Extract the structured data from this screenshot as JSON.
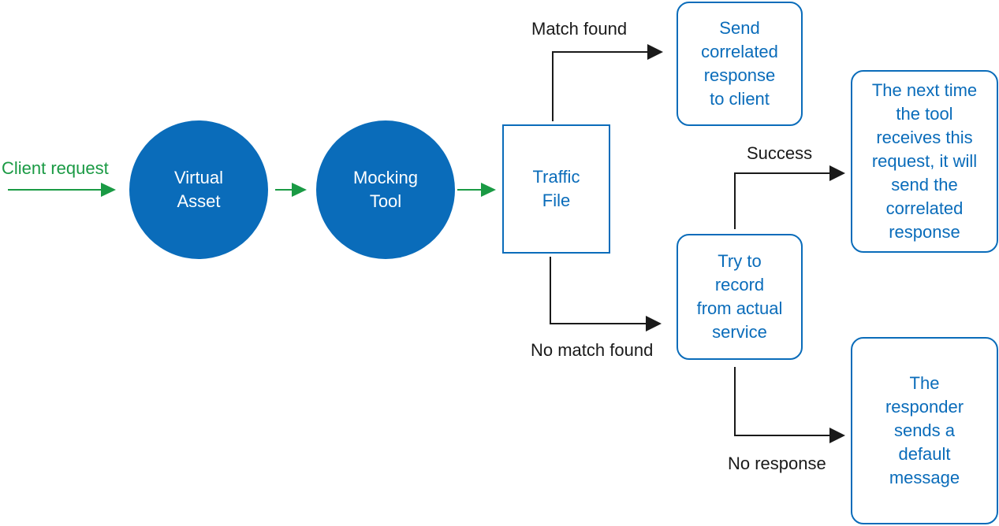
{
  "colors": {
    "blue": "#0a6cba",
    "green": "#1a9a44",
    "black": "#1a1a1a"
  },
  "labels": {
    "client_request": "Client request",
    "match_found": "Match found",
    "no_match_found": "No match found",
    "success": "Success",
    "no_response": "No response"
  },
  "nodes": {
    "virtual_asset": [
      "Virtual",
      "Asset"
    ],
    "mocking_tool": [
      "Mocking",
      "Tool"
    ],
    "traffic_file": [
      "Traffic",
      "File"
    ],
    "send_response": [
      "Send",
      "correlated",
      "response",
      "to client"
    ],
    "try_record": [
      "Try to",
      "record",
      "from actual",
      "service"
    ],
    "next_time": [
      "The next time",
      "the tool",
      "receives this",
      "request, it will",
      "send the",
      "correlated",
      "response"
    ],
    "default_message": [
      "The",
      "responder",
      "sends a",
      "default",
      "message"
    ]
  }
}
